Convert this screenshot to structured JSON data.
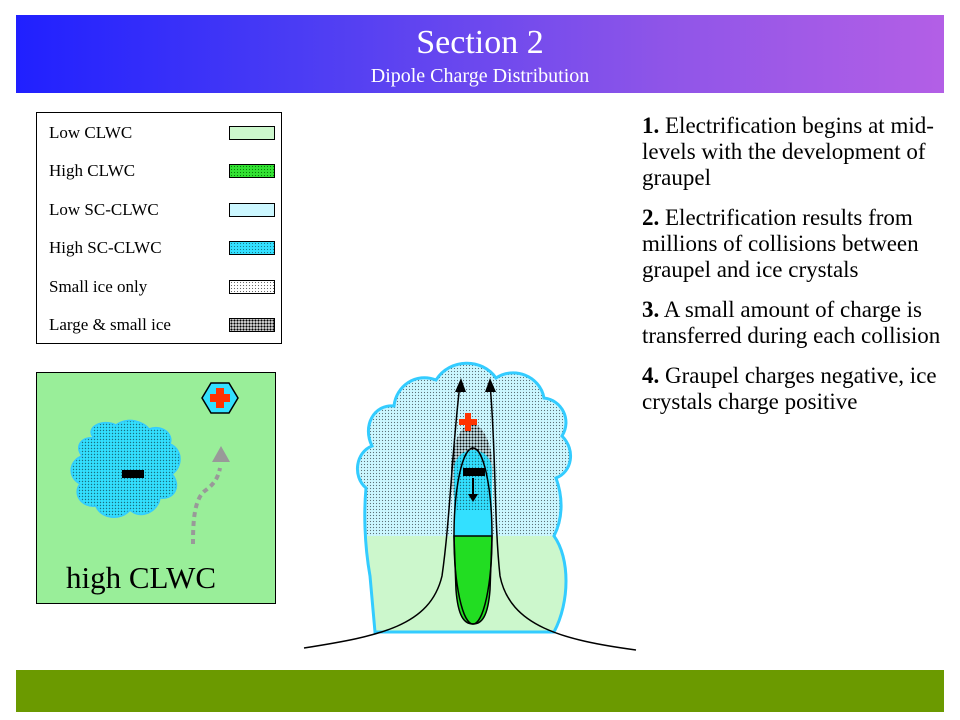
{
  "header": {
    "title": "Section 2",
    "subtitle": "Dipole Charge Distribution"
  },
  "legend": {
    "items": [
      {
        "label": "Low CLWC",
        "swatch": "low-clwc",
        "color": "#ccf7cc"
      },
      {
        "label": "High CLWC",
        "swatch": "high-clwc",
        "color": "#33e233"
      },
      {
        "label": "Low SC-CLWC",
        "swatch": "low-sc",
        "color": "#ccf7ff"
      },
      {
        "label": "High SC-CLWC",
        "swatch": "high-sc",
        "color": "#33e0ff"
      },
      {
        "label": "Small ice only",
        "swatch": "small-ice",
        "color": "#ffffff"
      },
      {
        "label": "Large & small ice",
        "swatch": "large-ice",
        "color": "#cfcfcf"
      }
    ]
  },
  "inset": {
    "label": "high CLWC",
    "background_color": "#99ee99",
    "negative_symbol": "minus-icon",
    "positive_symbol": "plus-icon"
  },
  "steps": [
    {
      "number": "1.",
      "text": "Electrification begins at mid-levels with the development of graupel"
    },
    {
      "number": "2.",
      "text": "Electrification results from millions of collisions between graupel and ice crystals"
    },
    {
      "number": "3.",
      "text": "A small amount of charge is transferred during each collision"
    },
    {
      "number": "4.",
      "text": "Graupel charges negative, ice crystals charge positive"
    }
  ],
  "colors": {
    "header_gradient_start": "#2020ff",
    "header_gradient_end": "#b35fe6",
    "footer": "#6b9a00",
    "positive_charge": "#ff3300",
    "cloud_outline": "#33ccff"
  }
}
